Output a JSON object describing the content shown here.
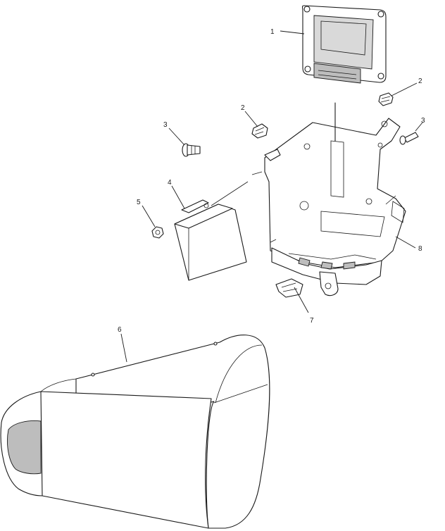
{
  "callouts": {
    "c1": "1",
    "c2a": "2",
    "c2b": "2",
    "c3a": "3",
    "c3b": "3",
    "c4": "4",
    "c5": "5",
    "c6": "6",
    "c7": "7",
    "c8": "8"
  },
  "parts": [
    {
      "ref": "1",
      "icon": "control-module-icon"
    },
    {
      "ref": "2",
      "icon": "clip-nut-icon"
    },
    {
      "ref": "3",
      "icon": "screw-icon"
    },
    {
      "ref": "4",
      "icon": "relay-box-icon"
    },
    {
      "ref": "5",
      "icon": "nut-icon"
    },
    {
      "ref": "6",
      "icon": "cover-icon"
    },
    {
      "ref": "7",
      "icon": "clip-icon"
    },
    {
      "ref": "8",
      "icon": "mounting-bracket-icon"
    }
  ]
}
